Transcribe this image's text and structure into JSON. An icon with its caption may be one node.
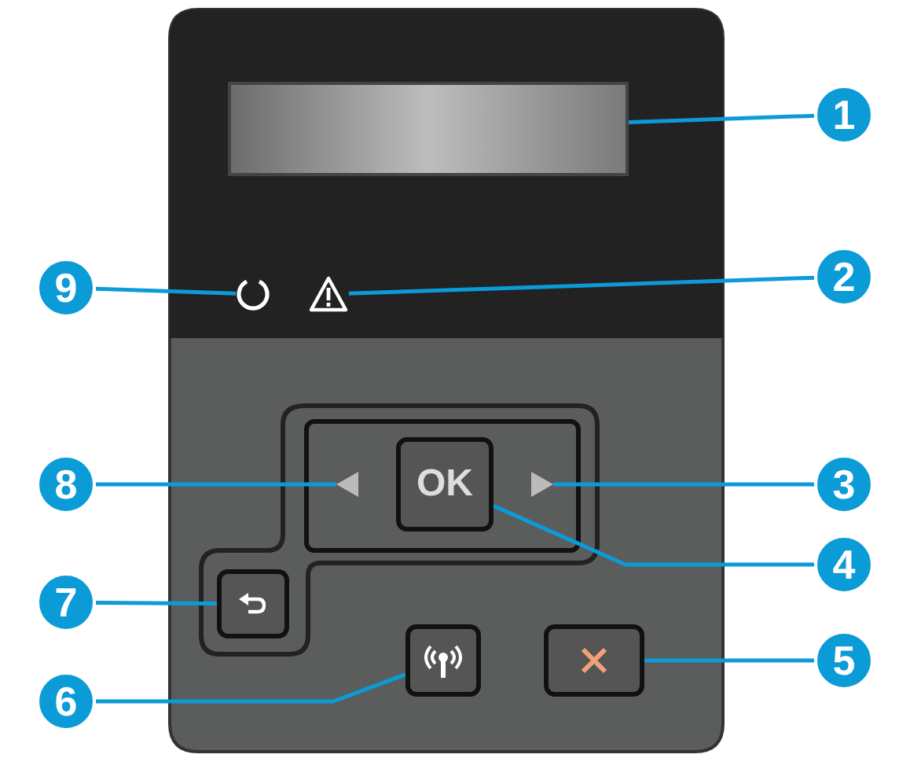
{
  "diagram": {
    "nodes": [
      {
        "text": [
          "1"
        ]
      },
      {
        "text": [],
        "shape": "box"
      },
      {
        "text": [
          "9"
        ]
      },
      {
        "text": [],
        "shape": "circle"
      },
      {
        "text": [],
        "shape": "triangle"
      },
      {
        "text": [
          "2"
        ]
      },
      {
        "text": [
          "8"
        ]
      },
      {
        "text": [],
        "shape": "triangle"
      },
      {
        "text": [
          "OK"
        ]
      },
      {
        "text": [],
        "shape": "triangle"
      },
      {
        "text": [
          "3"
        ]
      },
      {
        "text": [
          "4"
        ]
      },
      {
        "text": [
          "7"
        ]
      },
      {
        "text": [],
        "shape": "box"
      },
      {
        "text": [
          "6"
        ]
      },
      {
        "text": [],
        "shape": "box"
      },
      {
        "text": [],
        "shape": "box"
      },
      {
        "text": [
          "5"
        ]
      }
    ],
    "edges": [
      {
        "from": 0,
        "to": 1,
        "arrow": "none"
      },
      {
        "from": 2,
        "to": 3,
        "arrow": "none"
      },
      {
        "from": 5,
        "to": 4,
        "arrow": "none"
      },
      {
        "from": 6,
        "to": 7,
        "arrow": "none"
      },
      {
        "from": 10,
        "to": 9,
        "arrow": "none"
      },
      {
        "from": 11,
        "to": 8,
        "arrow": "none"
      },
      {
        "from": 12,
        "to": 13,
        "arrow": "none"
      },
      {
        "from": 14,
        "to": 15,
        "arrow": "none"
      },
      {
        "from": 17,
        "to": 16,
        "arrow": "none"
      }
    ]
  }
}
